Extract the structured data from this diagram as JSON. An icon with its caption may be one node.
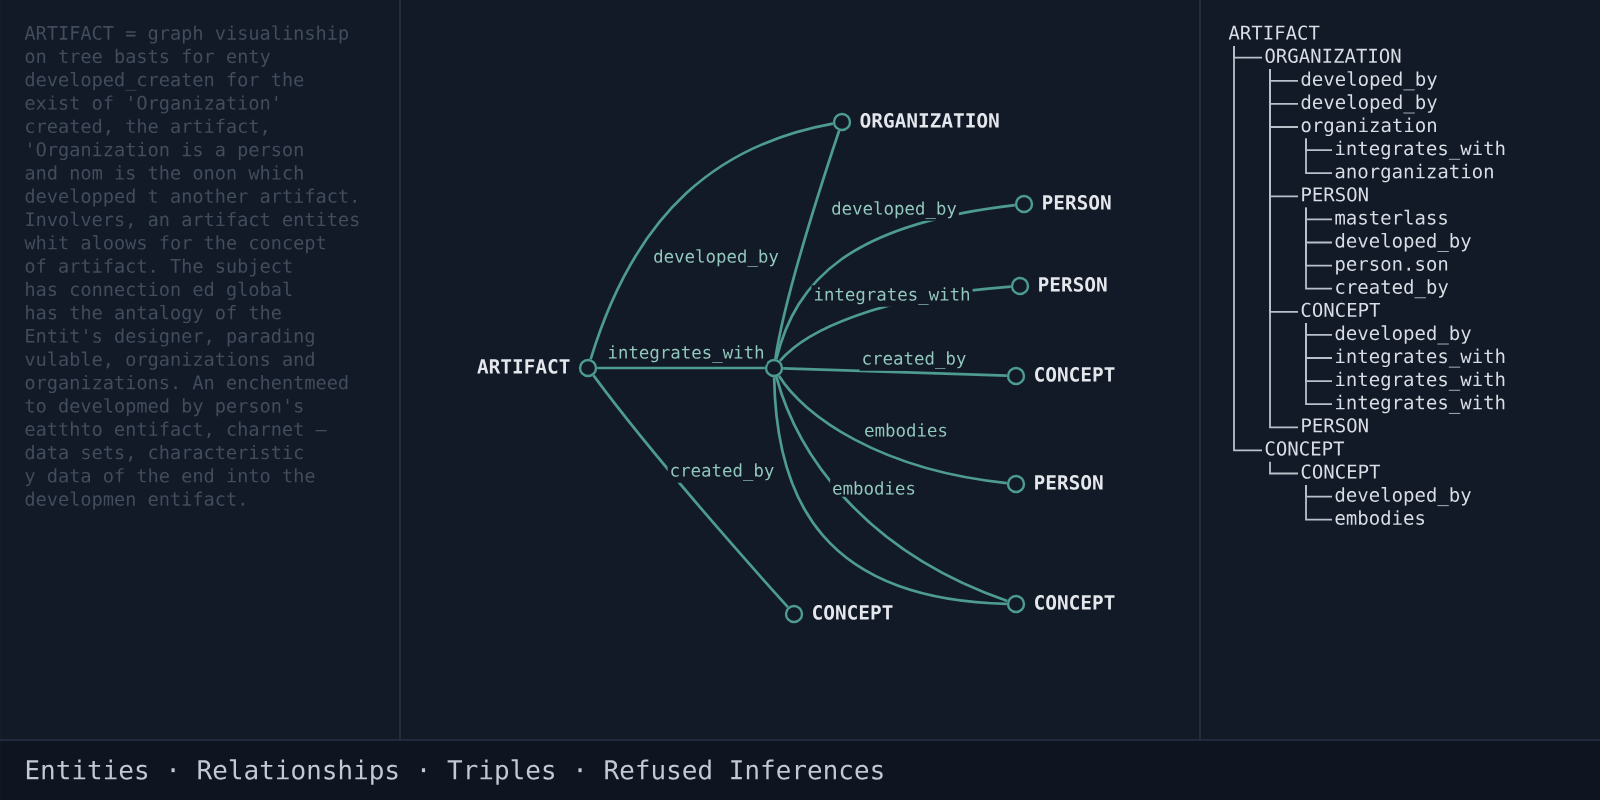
{
  "diagram": {
    "nodes": [
      {
        "text": [
          "ORGANIZATION"
        ]
      },
      {
        "text": [
          "PERSON"
        ]
      },
      {
        "text": [
          "PERSON"
        ]
      },
      {
        "text": [
          "ARTIFACT"
        ]
      },
      {
        "text": [],
        "shape": "circle"
      },
      {
        "text": [
          "CONCEPT"
        ]
      },
      {
        "text": [
          "PERSON"
        ]
      },
      {
        "text": [
          "CONCEPT"
        ]
      },
      {
        "text": [
          "CONCEPT"
        ]
      },
      {
        "text": [
          "ARTIFACT"
        ]
      },
      {
        "text": [
          "ORGANIZATION"
        ]
      },
      {
        "text": [
          "developed_by"
        ]
      },
      {
        "text": [
          "developed_by"
        ]
      },
      {
        "text": [
          "organization"
        ]
      },
      {
        "text": [
          "integrates_with"
        ]
      },
      {
        "text": [
          "anorganization"
        ]
      },
      {
        "text": [
          "PERSON"
        ]
      },
      {
        "text": [
          "masterlass"
        ]
      },
      {
        "text": [
          "developed_by"
        ]
      },
      {
        "text": [
          "person.son"
        ]
      },
      {
        "text": [
          "created_by"
        ]
      },
      {
        "text": [
          "CONCEPT"
        ]
      },
      {
        "text": [
          "developed_by"
        ]
      },
      {
        "text": [
          "integrates_with"
        ]
      },
      {
        "text": [
          "integrates_with"
        ]
      },
      {
        "text": [
          "integrates_with"
        ]
      },
      {
        "text": [
          "PERSON"
        ]
      },
      {
        "text": [
          "CONCEPT"
        ]
      },
      {
        "text": [
          "CONCEPT"
        ]
      },
      {
        "text": [
          "developed_by"
        ]
      },
      {
        "text": [
          "embodies"
        ]
      }
    ],
    "edges": [
      {
        "from": 3,
        "to": 0,
        "arrow": "none",
        "label": "developed_by",
        "color": "#4d9b91"
      },
      {
        "from": 4,
        "to": 0,
        "arrow": "none",
        "color": "#4d9b91"
      },
      {
        "from": 3,
        "to": 4,
        "arrow": "none",
        "label": "integrates_with",
        "color": "#4d9b91"
      },
      {
        "from": 3,
        "to": 8,
        "arrow": "none",
        "label": "created_by",
        "color": "#4d9b91"
      },
      {
        "from": 4,
        "to": 1,
        "arrow": "none",
        "label": "developed_by",
        "color": "#4d9b91"
      },
      {
        "from": 4,
        "to": 2,
        "arrow": "none",
        "label": "integrates_with",
        "color": "#4d9b91"
      },
      {
        "from": 4,
        "to": 5,
        "arrow": "none",
        "label": "created_by",
        "color": "#4d9b91"
      },
      {
        "from": 4,
        "to": 6,
        "arrow": "none",
        "label": "embodies",
        "color": "#4d9b91"
      },
      {
        "from": 4,
        "to": 7,
        "arrow": "none",
        "label": "embodies",
        "color": "#4d9b91"
      },
      {
        "from": 4,
        "to": 7,
        "arrow": "none",
        "color": "#4d9b91"
      },
      {
        "from": 9,
        "to": 10,
        "arrow": "none"
      },
      {
        "from": 10,
        "to": 11,
        "arrow": "none"
      },
      {
        "from": 10,
        "to": 12,
        "arrow": "none"
      },
      {
        "from": 10,
        "to": 13,
        "arrow": "none"
      },
      {
        "from": 13,
        "to": 14,
        "arrow": "none"
      },
      {
        "from": 13,
        "to": 15,
        "arrow": "none"
      },
      {
        "from": 10,
        "to": 16,
        "arrow": "none"
      },
      {
        "from": 16,
        "to": 17,
        "arrow": "none"
      },
      {
        "from": 16,
        "to": 18,
        "arrow": "none"
      },
      {
        "from": 16,
        "to": 19,
        "arrow": "none"
      },
      {
        "from": 16,
        "to": 20,
        "arrow": "none"
      },
      {
        "from": 10,
        "to": 21,
        "arrow": "none"
      },
      {
        "from": 21,
        "to": 22,
        "arrow": "none"
      },
      {
        "from": 21,
        "to": 23,
        "arrow": "none"
      },
      {
        "from": 21,
        "to": 24,
        "arrow": "none"
      },
      {
        "from": 21,
        "to": 25,
        "arrow": "none"
      },
      {
        "from": 10,
        "to": 26,
        "arrow": "none"
      },
      {
        "from": 9,
        "to": 27,
        "arrow": "none"
      },
      {
        "from": 27,
        "to": 28,
        "arrow": "none"
      },
      {
        "from": 28,
        "to": 29,
        "arrow": "none"
      },
      {
        "from": 28,
        "to": 30,
        "arrow": "none"
      }
    ],
    "labels": [
      "ARTIFACT = graph visualinship on tree basts for enty developed_createn for the exist of 'Organization' created, the artifact, 'Organization is a person and nom is the onon which developped t another artifact. Involvers, an artifact entites whit aloows for the concept of artifact. The subject has connection ed global has the antalogy of the Entit's designer, parading vulable, organizations and organizations. An enchentmeed to developmed by person's eatthto entifact, charnet – data sets, characteristic y data of the end into the developmen entifact.",
      "Entities · Relationships · Triples · Refused Inferences"
    ]
  }
}
